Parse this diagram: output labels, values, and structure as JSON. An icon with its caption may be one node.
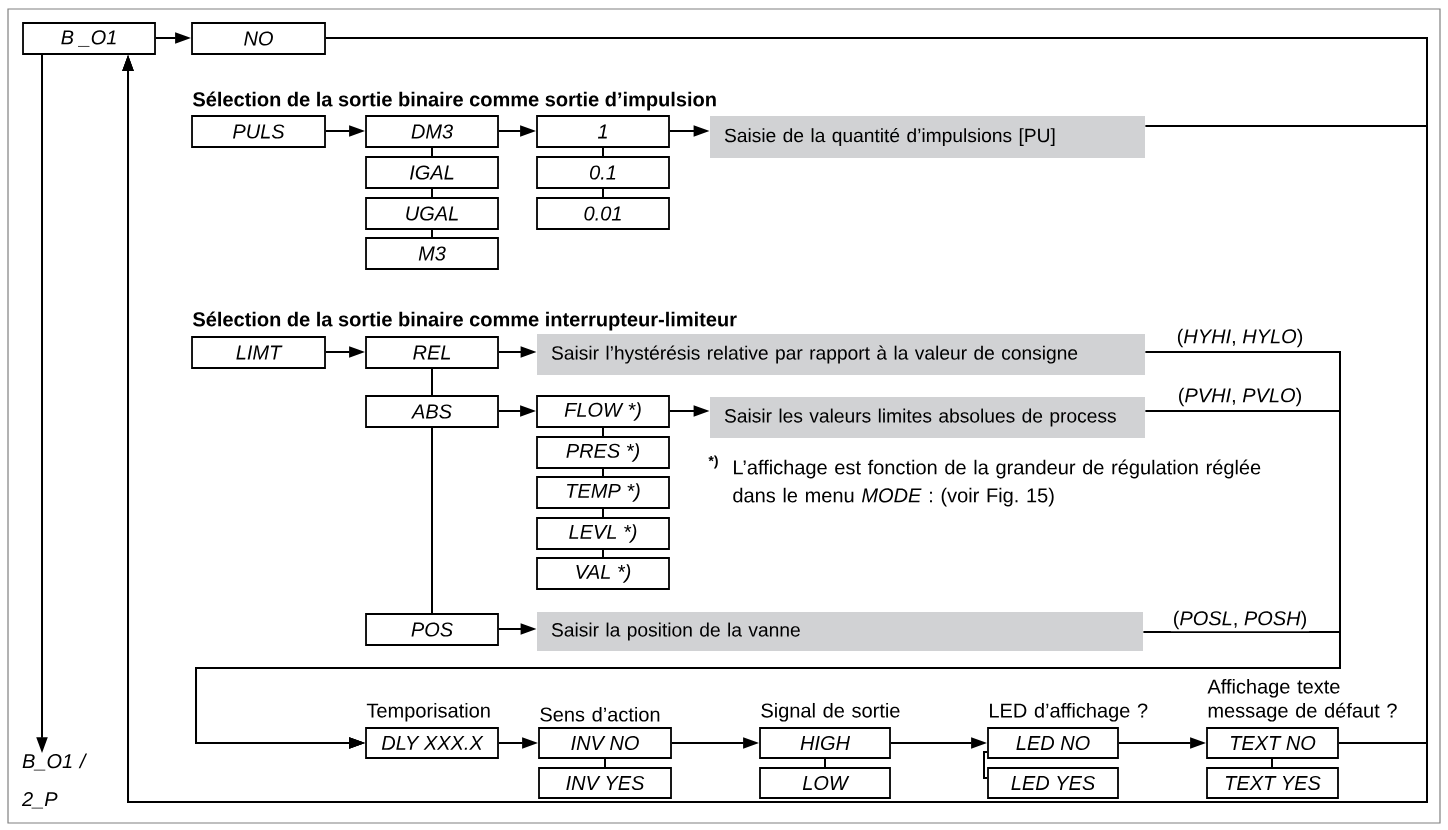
{
  "diagram": {
    "nodes": [
      {
        "text": [
          "B _O1"
        ]
      },
      {
        "text": [
          "NO"
        ]
      },
      {
        "text": [
          "PULS"
        ]
      },
      {
        "text": [
          "DM3"
        ]
      },
      {
        "text": [
          "IGAL"
        ]
      },
      {
        "text": [
          "UGAL"
        ]
      },
      {
        "text": [
          "M3"
        ]
      },
      {
        "text": [
          "1"
        ]
      },
      {
        "text": [
          "0.1"
        ]
      },
      {
        "text": [
          "0.01"
        ]
      },
      {
        "text": [
          "Saisie de la quantité d’impulsions [PU]"
        ]
      },
      {
        "text": [
          "LIMT"
        ]
      },
      {
        "text": [
          "REL"
        ]
      },
      {
        "text": [
          "ABS"
        ]
      },
      {
        "text": [
          "FLOW *)"
        ]
      },
      {
        "text": [
          "PRES *)"
        ]
      },
      {
        "text": [
          "TEMP *)"
        ]
      },
      {
        "text": [
          "LEVL *)"
        ]
      },
      {
        "text": [
          "VAL *)"
        ]
      },
      {
        "text": [
          "Saisir l’hystérésis relative par rapport à la valeur de consigne"
        ]
      },
      {
        "text": [
          "Saisir les valeurs limites absolues de process"
        ]
      },
      {
        "text": [
          "POS"
        ]
      },
      {
        "text": [
          "Saisir la position de la vanne"
        ]
      },
      {
        "text": [
          "DLY  XXX.X"
        ],
        "beside": [
          "Temporisation"
        ]
      },
      {
        "text": [
          "INV    NO"
        ],
        "beside": [
          "Sens d’action"
        ]
      },
      {
        "text": [
          "INV    YES"
        ]
      },
      {
        "text": [
          "HIGH"
        ],
        "beside": [
          "Signal de sortie"
        ]
      },
      {
        "text": [
          "LOW"
        ]
      },
      {
        "text": [
          "LED    NO"
        ],
        "beside": [
          "LED d’affichage ?"
        ]
      },
      {
        "text": [
          "LED    YES"
        ]
      },
      {
        "text": [
          "TEXT   NO"
        ],
        "beside": [
          "Affichage texte message de défaut ?"
        ]
      },
      {
        "text": [
          "TEXT  YES"
        ]
      },
      {
        "text": [
          "B_O1 / 2_P"
        ]
      }
    ],
    "edges": [
      {
        "from": 0,
        "to": 1,
        "arrow": "to"
      },
      {
        "from": 0,
        "to": 32,
        "arrow": "to"
      },
      {
        "from": 1,
        "to": 0,
        "arrow": "to"
      },
      {
        "from": 2,
        "to": 3,
        "arrow": "to"
      },
      {
        "from": 3,
        "to": 4,
        "arrow": "none"
      },
      {
        "from": 4,
        "to": 5,
        "arrow": "none"
      },
      {
        "from": 5,
        "to": 6,
        "arrow": "none"
      },
      {
        "from": 3,
        "to": 7,
        "arrow": "to"
      },
      {
        "from": 7,
        "to": 8,
        "arrow": "none"
      },
      {
        "from": 8,
        "to": 9,
        "arrow": "none"
      },
      {
        "from": 7,
        "to": 10,
        "arrow": "to"
      },
      {
        "from": 10,
        "to": 0,
        "arrow": "to"
      },
      {
        "from": 11,
        "to": 12,
        "arrow": "to"
      },
      {
        "from": 12,
        "to": 19,
        "arrow": "to"
      },
      {
        "from": 12,
        "to": 13,
        "arrow": "none"
      },
      {
        "from": 13,
        "to": 21,
        "arrow": "none"
      },
      {
        "from": 13,
        "to": 14,
        "arrow": "to"
      },
      {
        "from": 14,
        "to": 20,
        "arrow": "to"
      },
      {
        "from": 14,
        "to": 15,
        "arrow": "none"
      },
      {
        "from": 15,
        "to": 16,
        "arrow": "none"
      },
      {
        "from": 16,
        "to": 17,
        "arrow": "none"
      },
      {
        "from": 17,
        "to": 18,
        "arrow": "none"
      },
      {
        "from": 21,
        "to": 22,
        "arrow": "to"
      },
      {
        "from": 19,
        "to": 23,
        "arrow": "to",
        "label": "(*HYHI*, *HYLO*)"
      },
      {
        "from": 20,
        "to": 23,
        "arrow": "to",
        "label": "(*PVHI*, *PVLO*)"
      },
      {
        "from": 22,
        "to": 23,
        "arrow": "to",
        "label": "(*POSL*, *POSH*)"
      },
      {
        "from": 23,
        "to": 24,
        "arrow": "to"
      },
      {
        "from": 24,
        "to": 25,
        "arrow": "none"
      },
      {
        "from": 24,
        "to": 26,
        "arrow": "to"
      },
      {
        "from": 26,
        "to": 27,
        "arrow": "none"
      },
      {
        "from": 26,
        "to": 28,
        "arrow": "to"
      },
      {
        "from": 28,
        "to": 29,
        "arrow": "none"
      },
      {
        "from": 28,
        "to": 30,
        "arrow": "to"
      },
      {
        "from": 30,
        "to": 31,
        "arrow": "none"
      },
      {
        "from": 30,
        "to": 0,
        "arrow": "to"
      }
    ],
    "labels": [
      "Sélection de la sortie binaire comme sortie d’impulsion",
      "Sélection de la sortie binaire comme interrupteur-limiteur",
      "*)",
      "L’affichage est fonction de la grandeur de régulation réglée dans le menu *MODE* : (voir Fig. 15)"
    ]
  }
}
